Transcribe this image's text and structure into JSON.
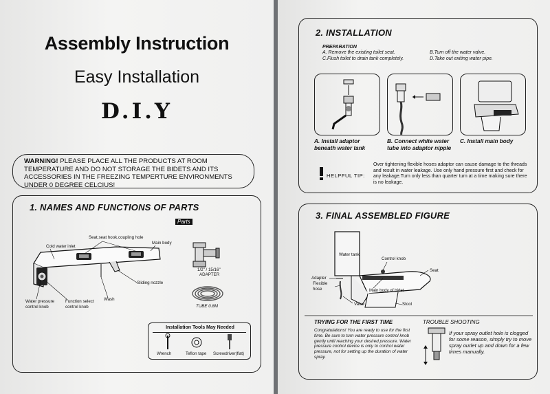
{
  "left": {
    "title": "Assembly Instruction",
    "subtitle": "Easy Installation",
    "diy": "D.I.Y",
    "warning_lead": "WARNING!",
    "warning_text": " PLEASE PLACE ALL THE PRODUCTS AT ROOM TEMPERATURE AND DO NOT STORAGE THE BIDETS AND ITS ACCESSORIES IN THE FREEZING TEMPERTURE ENVIRONMENTS UNDER 0 DEGREE CELCIUS!",
    "section1": {
      "heading": "1. NAMES AND FUNCTIONS OF PARTS",
      "parts_tag": "Parts",
      "labels": {
        "seat_hole": "Seat,seat hook,coupling hole",
        "cold_inlet": "Cold water inlet",
        "main_body": "Main body",
        "sliding_nozzle": "Sliding nozzle",
        "wash": "Wash",
        "pressure_knob": "Water pressure control knob",
        "function_knob": "Function select control knob",
        "adapter_size": "1/2\" / 15/16\"",
        "adapter": "ADAPTER",
        "tube": "TUBE 0.8M"
      },
      "tools": {
        "heading": "Installation Tools May Needed",
        "items": [
          "Wrench",
          "Teflon tape",
          "Screwdriver(flat)"
        ]
      }
    }
  },
  "right": {
    "section2": {
      "heading": "2. INSTALLATION",
      "prep_heading": "PREPARATION",
      "prep": {
        "a": "A. Remove the existing toilet seat.",
        "b": "B.Turn off the water valve.",
        "c": "C.Flush toilet to drain tank completely.",
        "d": "D.Take out exiting water pipe."
      },
      "steps": [
        "A. Install adaptor beneath water tank",
        "B. Connect white water tube into adaptor nipple",
        "C. Install main body"
      ],
      "tip_label": "HELPFUL  TIP:",
      "tip_text": "Over tightening flexible hoses adaptor can cause damage to the threads and result in water leakage. Use only hand pressure first and check for any leakage.Turn only less than quarter turn at a time making sure there is no leakage."
    },
    "section3": {
      "heading": "3. FINAL ASSEMBLED FIGURE",
      "labels": {
        "water_tank": "Water tank",
        "control_knob": "Control knob",
        "seat": "Seat",
        "adapter": "Adapter",
        "flexible_hose": "Flexible hose",
        "main_body": "Main body of bidet",
        "valve": "Valve",
        "stool": "Stool"
      },
      "trying_heading": "TRYING FOR THE FIRST TIME",
      "trying_text": "Congratulations! You are ready to use for the first time. Be sure to turn water pressure control knob gently until reaching your desired pressure. Water pressure control device is only to control water pressure, not for setting up the duration of water spray.",
      "trouble_heading": "TROUBLE SHOOTING",
      "trouble_text": "If your spray outlet hole is clogged for some reason, simply try to move spray ourlet up and down for a few times manually."
    }
  }
}
